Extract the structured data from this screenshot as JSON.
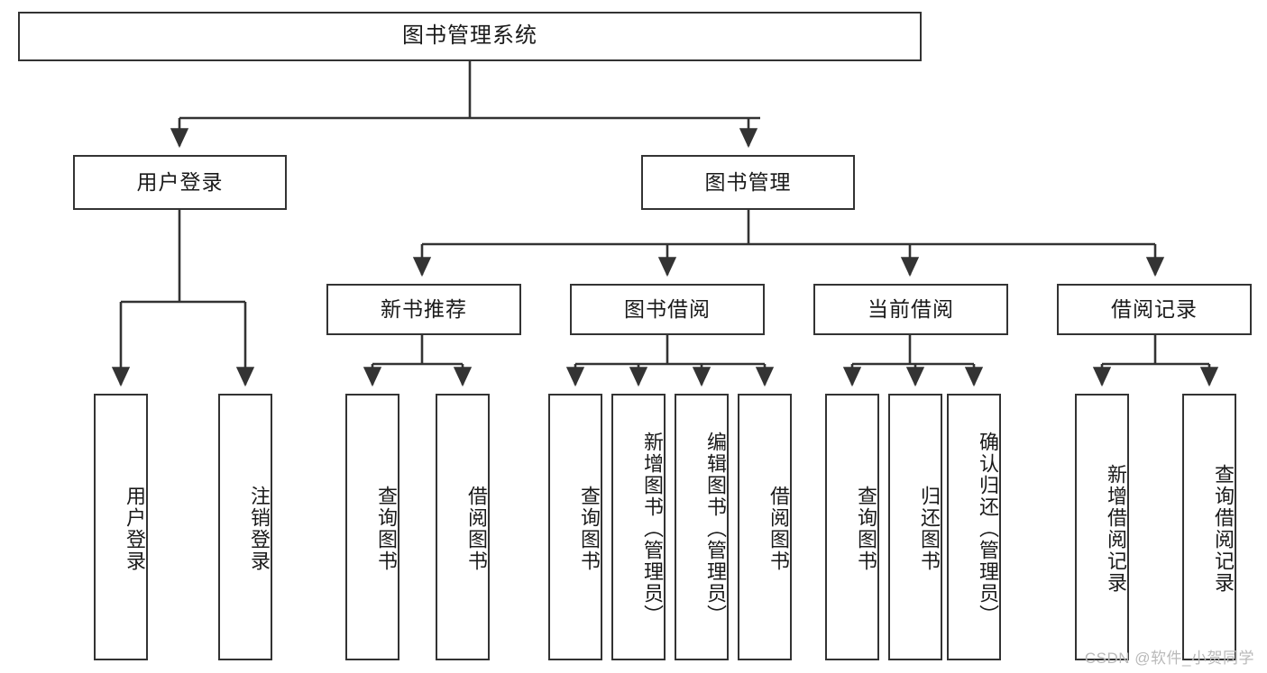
{
  "diagram": {
    "title": "图书管理系统",
    "type": "functional-structure-tree",
    "watermark": "CSDN @软件_小贺同学",
    "colors": {
      "stroke": "#333333",
      "fill": "#ffffff",
      "text": "#1a1a1a",
      "watermark": "#b9b9b9"
    },
    "nodes": {
      "root": {
        "label": "图书管理系统"
      },
      "level1": [
        {
          "id": "user-login",
          "label": "用户登录"
        },
        {
          "id": "book-manage",
          "label": "图书管理"
        }
      ],
      "level2": [
        {
          "id": "new-book-recommend",
          "label": "新书推荐"
        },
        {
          "id": "book-borrow",
          "label": "图书借阅"
        },
        {
          "id": "current-borrow",
          "label": "当前借阅"
        },
        {
          "id": "borrow-record",
          "label": "借阅记录"
        }
      ],
      "leaves": {
        "user_login": [
          {
            "id": "leaf-user-login",
            "label": "用户登录"
          },
          {
            "id": "leaf-logout-login",
            "label": "注销登录"
          }
        ],
        "new_book_recommend": [
          {
            "id": "leaf-query-book-1",
            "label": "查询图书"
          },
          {
            "id": "leaf-borrow-book-1",
            "label": "借阅图书"
          }
        ],
        "book_borrow": [
          {
            "id": "leaf-query-book-2",
            "label": "查询图书"
          },
          {
            "id": "leaf-add-book",
            "label": "新增图书（管理员）"
          },
          {
            "id": "leaf-edit-book",
            "label": "编辑图书（管理员）"
          },
          {
            "id": "leaf-borrow-book-2",
            "label": "借阅图书"
          }
        ],
        "current_borrow": [
          {
            "id": "leaf-query-book-3",
            "label": "查询图书"
          },
          {
            "id": "leaf-return-book",
            "label": "归还图书"
          },
          {
            "id": "leaf-confirm-return",
            "label": "确认归还（管理员）"
          }
        ],
        "borrow_record": [
          {
            "id": "leaf-add-record",
            "label": "新增借阅记录"
          },
          {
            "id": "leaf-query-record",
            "label": "查询借阅记录"
          }
        ]
      }
    }
  }
}
